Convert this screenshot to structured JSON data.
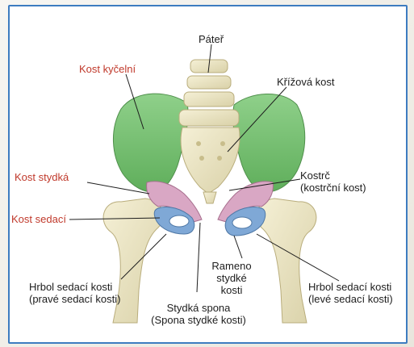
{
  "labels": {
    "pater": "Páteř",
    "kost_kycelni": "Kost kyčelní",
    "krizova_kost": "Křížová kost",
    "kost_stydka": "Kost stydká",
    "kostrc_line1": "Kostrč",
    "kostrc_line2": "(kostrční kost)",
    "kost_sedaci": "Kost sedací",
    "hrbol_prave_line1": "Hrbol sedací kosti",
    "hrbol_prave_line2": "(pravé sedací kosti)",
    "rameno_line1": "Rameno",
    "rameno_line2": "stydké",
    "rameno_line3": "kosti",
    "hrbol_leve_line1": "Hrbol sedací kosti",
    "hrbol_leve_line2": "(levé sedací kosti)",
    "spona_line1": "Stydká spona",
    "spona_line2": "(Spona stydké kosti)"
  },
  "colors": {
    "ilium": "#7fc67a",
    "pubis": "#d9a7c4",
    "ischium": "#7fa8d6",
    "bone": "#ece6c4",
    "highlighted_label": "#c0392b",
    "frame": "#3d7cc0"
  }
}
